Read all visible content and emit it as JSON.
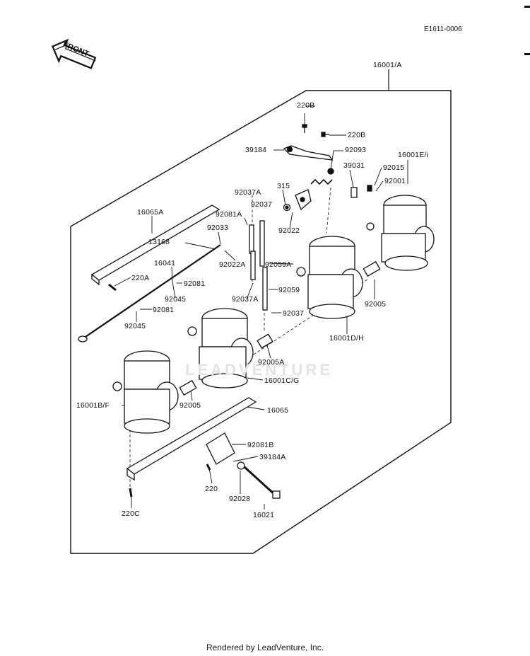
{
  "ref_code": "E1611-0006",
  "front_label": "FRONT",
  "footer": "Rendered by LeadVenture, Inc.",
  "watermark": "LEADVENTURE",
  "parts": {
    "p16001A": "16001/A",
    "p220B_1": "220B",
    "p220B_2": "220B",
    "p39184": "39184",
    "p92093": "92093",
    "p16001Ei": "16001E/i",
    "p39031": "39031",
    "p92015": "92015",
    "p92001": "92001",
    "p315": "315",
    "p92037A_1": "92037A",
    "p92037": "92037",
    "p16065A": "16065A",
    "p92081A": "92081A",
    "p92033": "92033",
    "p92022": "92022",
    "p13168": "13168",
    "p92022A": "92022A",
    "p92059A": "92059A",
    "p16041": "16041",
    "p220A": "220A",
    "p92081_1": "92081",
    "p92045_1": "92045",
    "p92037A_2": "92037A",
    "p92059": "92059",
    "p92005_1": "92005",
    "p92081_2": "92081",
    "p92037_2": "92037",
    "p92045_2": "92045",
    "p16001DH": "16001D/H",
    "p92005A": "92005A",
    "p16001CG": "16001C/G",
    "p16001BF": "16001B/F",
    "p92005_2": "92005",
    "p16065": "16065",
    "p92081B": "92081B",
    "p39184A": "39184A",
    "p220": "220",
    "p92028": "92028",
    "p16021": "16021",
    "p220C": "220C"
  }
}
